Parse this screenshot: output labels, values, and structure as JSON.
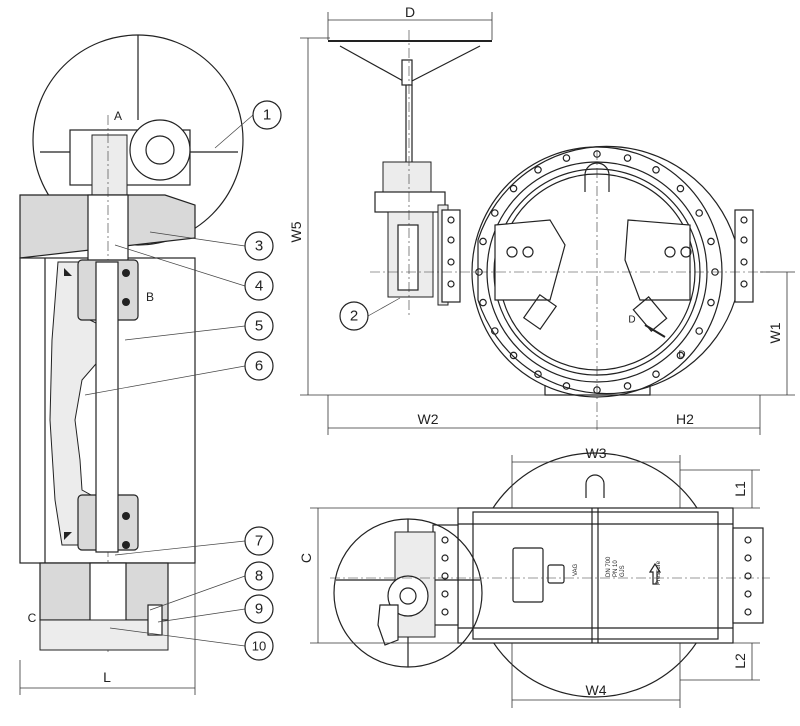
{
  "callouts": [
    "1",
    "2",
    "3",
    "4",
    "5",
    "6",
    "7",
    "8",
    "9",
    "10"
  ],
  "section_labels": {
    "a": "A",
    "b": "B",
    "c": "C",
    "d": "D"
  },
  "dimensions": {
    "d_top": "D",
    "w5": "W5",
    "w2": "W2",
    "h2": "H2",
    "w1": "W1",
    "w3": "W3",
    "w4": "W4",
    "l1": "L1",
    "l2": "L2",
    "c": "C",
    "l": "L"
  },
  "nameplate": {
    "t1": "DN 700",
    "t2": "PN 10",
    "t3": "GJS",
    "t4": "Pressure"
  },
  "colors": {
    "line": "#222222",
    "section_fill": "#d9d9d9",
    "background": "#ffffff"
  }
}
